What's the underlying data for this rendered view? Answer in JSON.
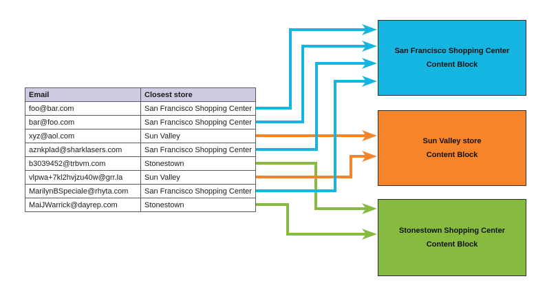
{
  "table": {
    "headers": [
      "Email",
      "Closest store"
    ],
    "rows": [
      {
        "email": "foo@bar.com",
        "store": "San Francisco Shopping Center",
        "target": "sf"
      },
      {
        "email": "bar@foo.com",
        "store": "San Francisco Shopping Center",
        "target": "sf"
      },
      {
        "email": "xyz@aol.com",
        "store": "Sun Valley",
        "target": "sv"
      },
      {
        "email": "aznkplad@sharklasers.com",
        "store": "San Francisco Shopping Center",
        "target": "sf"
      },
      {
        "email": "b3039452@trbvm.com",
        "store": "Stonestown",
        "target": "st"
      },
      {
        "email": "vlpwa+7kl2hvjzu40w@grr.la",
        "store": "Sun Valley",
        "target": "sv"
      },
      {
        "email": "MarilynBSpeciale@rhyta.com",
        "store": "San Francisco Shopping Center",
        "target": "sf"
      },
      {
        "email": "MaiJWarrick@dayrep.com",
        "store": "Stonestown",
        "target": "st"
      }
    ]
  },
  "blocks": {
    "sf": {
      "title": "San Francisco Shopping Center",
      "subtitle": "Content Block",
      "color": "#14b5e0"
    },
    "sv": {
      "title": "Sun Valley store",
      "subtitle": "Content Block",
      "color": "#f5842a"
    },
    "st": {
      "title": "Stonestown Shopping Center",
      "subtitle": "Content Block",
      "color": "#86bb40"
    }
  }
}
